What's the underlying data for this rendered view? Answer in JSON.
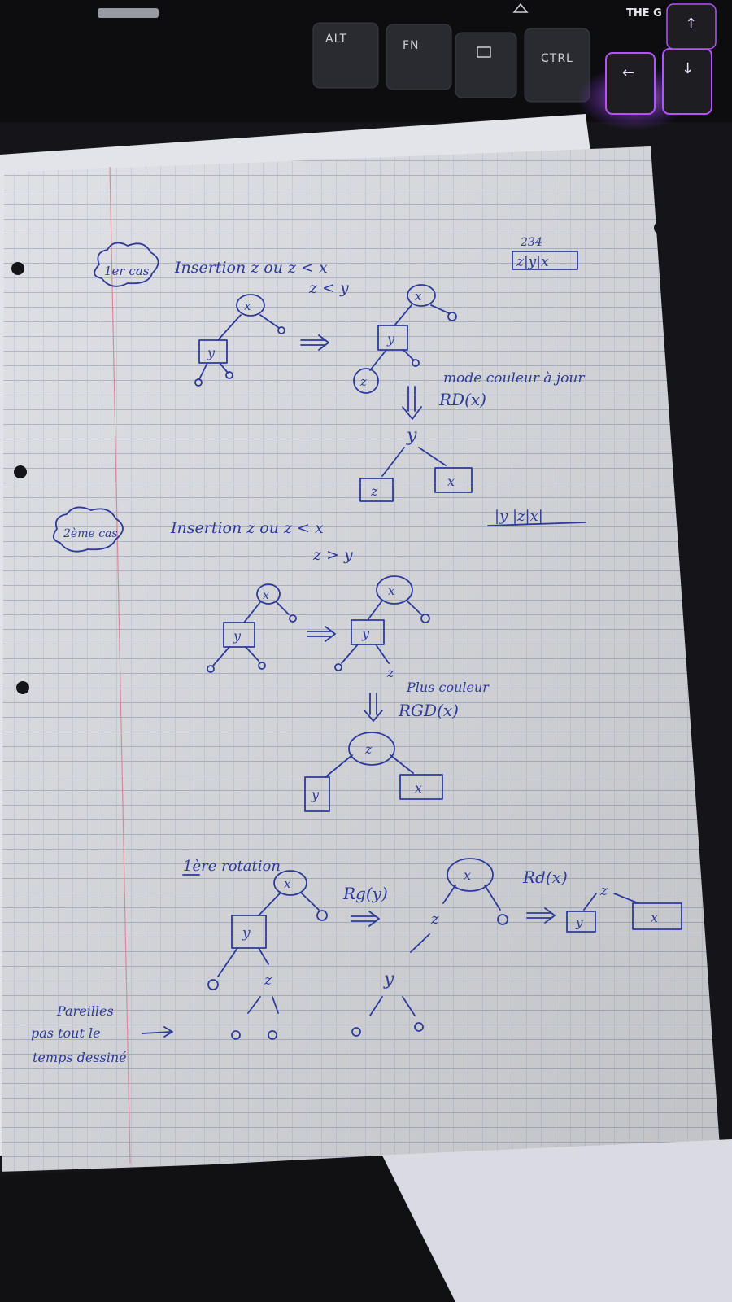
{
  "keyboard": {
    "keys": [
      "ALT",
      "FN",
      "CTRL"
    ],
    "brand": "THE G"
  },
  "notes": {
    "case1": {
      "badge": "1er cas",
      "title": "Insertion z ou z < x",
      "subtitle": "z < y",
      "annotation_top": "234",
      "array_top": "z|y|x",
      "recolor_note": "mode couleur à jour",
      "rotation": "RD(x)",
      "array_bottom": "|y |z|x|"
    },
    "case2": {
      "badge": "2ème cas",
      "title": "Insertion z ou z < x",
      "subtitle": "z > y",
      "recolor_note": "Plus couleur",
      "rotation": "RGD(x)"
    },
    "rotation_section": {
      "title": "1ère rotation",
      "step1": "Rg(y)",
      "step2": "Rd(x)"
    },
    "side_note": [
      "Pareilles",
      "pas tout le",
      "temps dessiné"
    ]
  },
  "colors": {
    "ink": "#2c3b9a",
    "paper": "#ecedf2",
    "paper_line": "#a9b4cf",
    "margin_line": "#d88a9a",
    "key_glow": "#b452ff",
    "desk": "#151519"
  }
}
